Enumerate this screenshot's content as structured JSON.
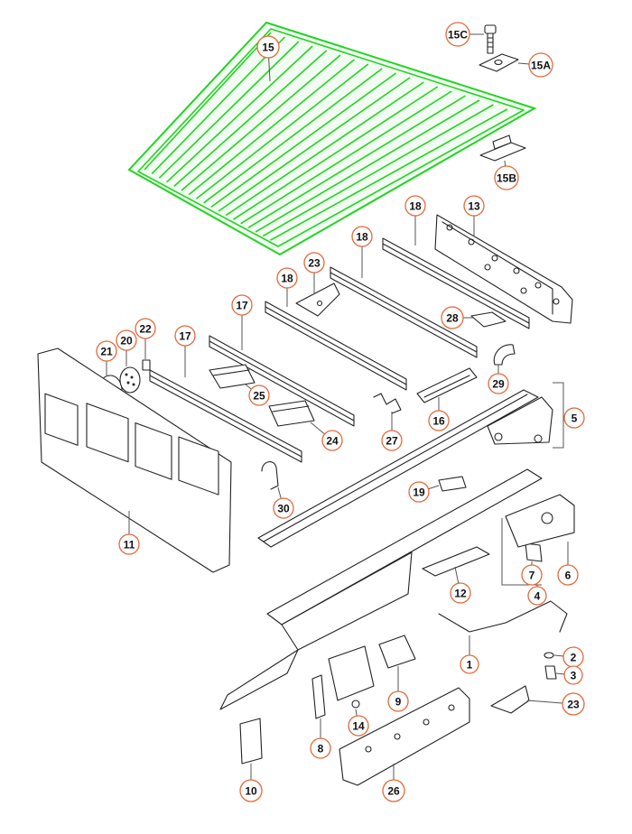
{
  "diagram": {
    "highlight_color": "#22d422",
    "callout_color": "#e2693a",
    "callouts": [
      {
        "id": "c-15",
        "label": "15",
        "highlighted": true
      },
      {
        "id": "c-15c",
        "label": "15C"
      },
      {
        "id": "c-15a",
        "label": "15A"
      },
      {
        "id": "c-15b",
        "label": "15B"
      },
      {
        "id": "c-13",
        "label": "13"
      },
      {
        "id": "c-18a",
        "label": "18"
      },
      {
        "id": "c-18b",
        "label": "18"
      },
      {
        "id": "c-18c",
        "label": "18"
      },
      {
        "id": "c-23a",
        "label": "23"
      },
      {
        "id": "c-28",
        "label": "28"
      },
      {
        "id": "c-17a",
        "label": "17"
      },
      {
        "id": "c-17b",
        "label": "17"
      },
      {
        "id": "c-22",
        "label": "22"
      },
      {
        "id": "c-20",
        "label": "20"
      },
      {
        "id": "c-21",
        "label": "21"
      },
      {
        "id": "c-25",
        "label": "25"
      },
      {
        "id": "c-29",
        "label": "29"
      },
      {
        "id": "c-5",
        "label": "5"
      },
      {
        "id": "c-16",
        "label": "16"
      },
      {
        "id": "c-27",
        "label": "27"
      },
      {
        "id": "c-24",
        "label": "24"
      },
      {
        "id": "c-19",
        "label": "19"
      },
      {
        "id": "c-30",
        "label": "30"
      },
      {
        "id": "c-11",
        "label": "11"
      },
      {
        "id": "c-7",
        "label": "7"
      },
      {
        "id": "c-6",
        "label": "6"
      },
      {
        "id": "c-4",
        "label": "4"
      },
      {
        "id": "c-12",
        "label": "12"
      },
      {
        "id": "c-1",
        "label": "1"
      },
      {
        "id": "c-2",
        "label": "2"
      },
      {
        "id": "c-3",
        "label": "3"
      },
      {
        "id": "c-23b",
        "label": "23"
      },
      {
        "id": "c-9",
        "label": "9"
      },
      {
        "id": "c-14",
        "label": "14"
      },
      {
        "id": "c-8",
        "label": "8"
      },
      {
        "id": "c-10",
        "label": "10"
      },
      {
        "id": "c-26",
        "label": "26"
      }
    ]
  }
}
